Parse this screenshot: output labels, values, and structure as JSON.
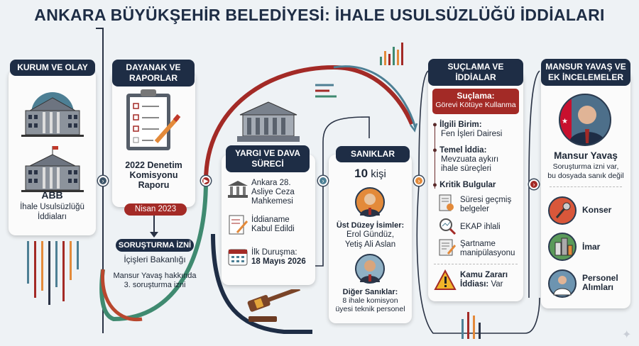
{
  "title": "ANKARA BÜYÜKŞEHİR BELEDİYESİ: İHALE USULSÜZLÜĞÜ İDDİALARI",
  "colors": {
    "navy": "#1e2d45",
    "red": "#a32a26",
    "green": "#3f8a70",
    "orange": "#e38a3a",
    "teal": "#4d7f94"
  },
  "kurum": {
    "header": "KURUM VE OLAY",
    "name": "ABB",
    "desc1": "İhale Usulsüzlüğü",
    "desc2": "İddiaları",
    "icons": [
      "municipal-building-icon",
      "municipal-building-icon"
    ]
  },
  "dayanak": {
    "header1": "DAYANAK VE",
    "header2": "RAPORLAR",
    "report1": "2022 Denetim",
    "report2": "Komisyonu",
    "report3": "Raporu",
    "date": "Nisan 2023",
    "permit_header": "SORUŞTURMA İZNİ",
    "permit_by": "İçişleri Bakanlığı",
    "permit_desc1": "Mansur Yavaş hakkında",
    "permit_desc2": "3. soruşturma izni"
  },
  "yargi": {
    "header1": "YARGI VE DAVA",
    "header2": "SÜRECİ",
    "court1": "Ankara 28.",
    "court2": "Asliye Ceza",
    "court3": "Mahkemesi",
    "indict1": "İddianame",
    "indict2": "Kabul Edildi",
    "hearing_label": "İlk Duruşma:",
    "hearing_date": "18 Mayıs 2026"
  },
  "saniklar": {
    "header": "SANIKLAR",
    "count": "10",
    "count_unit": "kişi",
    "top_label": "Üst Düzey İsimler:",
    "top_names1": "Erol Gündüz,",
    "top_names2": "Yetiş Ali Aslan",
    "other_label": "Diğer Sanıklar:",
    "other_desc1": "8 ihale komisyon",
    "other_desc2": "üyesi teknik personel"
  },
  "suclama": {
    "header1": "SUÇLAMA VE",
    "header2": "İDDİALAR",
    "charge_label": "Suçlama:",
    "charge": "Görevi Kötüye Kullanma",
    "unit_label": "İlgili Birim:",
    "unit": "Fen İşleri Dairesi",
    "claim_label": "Temel İddia:",
    "claim1": "Mevzuata aykırı",
    "claim2": "ihale süreçleri",
    "findings_label": "Kritik Bulgular",
    "findings": [
      [
        "Süresi geçmiş",
        "belgeler"
      ],
      [
        "EKAP ihlali",
        ""
      ],
      [
        "Şartname",
        "manipülasyonu"
      ]
    ],
    "damage1": "Kamu Zararı",
    "damage2_label": "İddiası:",
    "damage2_value": "Var"
  },
  "mansur": {
    "header1": "MANSUR YAVAŞ VE",
    "header2": "EK İNCELEMELER",
    "name": "Mansur Yavaş",
    "desc1": "Soruşturma izni var,",
    "desc2": "bu dosyada sanık değil",
    "topics": [
      [
        "Konser",
        ""
      ],
      [
        "İmar",
        ""
      ],
      [
        "Personel",
        "Alımları"
      ]
    ]
  }
}
